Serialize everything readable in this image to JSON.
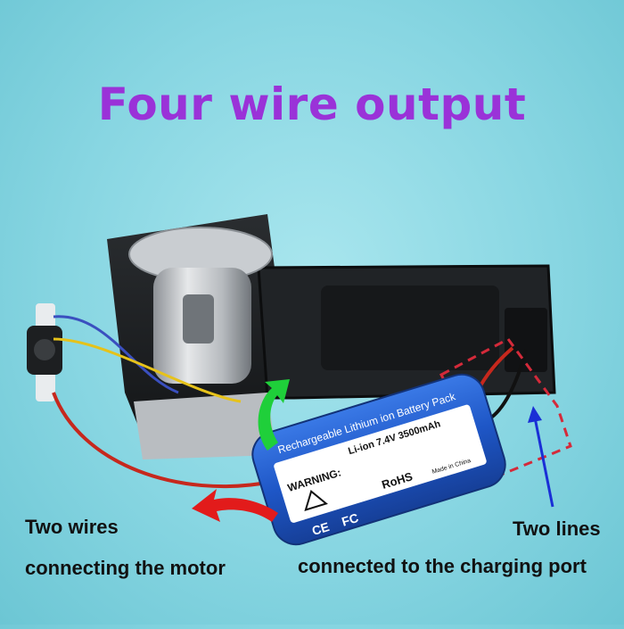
{
  "title": "Four wire output",
  "captions": {
    "left_line1": "Two wires",
    "left_line2": "connecting the motor",
    "right_line1": "Two lines",
    "right_line2": "connected to the charging port"
  },
  "battery": {
    "header": "Rechargeable Lithium ion Battery Pack",
    "spec": "Li-ion 7.4V 3500mAh",
    "warning": "WARNING:",
    "rohs": "RoHS",
    "made_in": "Made in China"
  },
  "colors": {
    "title": "#9a32d8",
    "caption": "#111111",
    "battery": "#1e56c6",
    "arrow_red": "#e21b1b",
    "arrow_green": "#1fcf3a",
    "arrow_blue": "#1a2fd6",
    "dashed_box": "#d42a3a"
  }
}
